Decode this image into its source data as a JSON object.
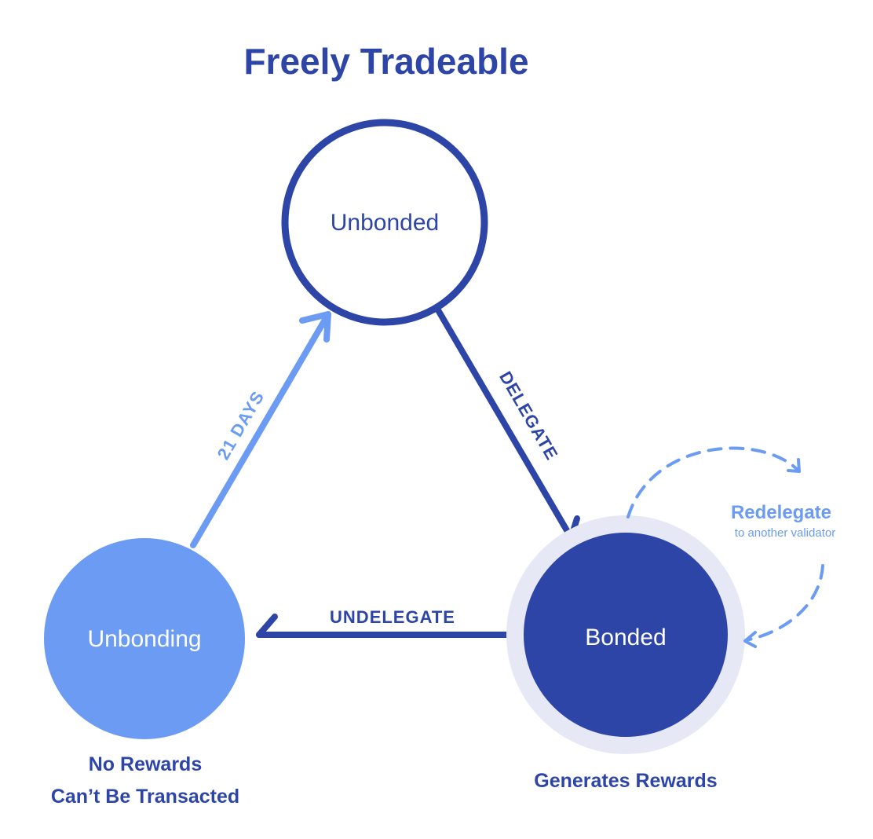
{
  "title": "Freely Tradeable",
  "colors": {
    "dark_blue": "#2e45a8",
    "light_blue": "#6b9bf2",
    "halo": "#e6e9f5",
    "white": "#ffffff"
  },
  "nodes": {
    "unbonded": {
      "label": "Unbonded"
    },
    "bonded": {
      "label": "Bonded"
    },
    "unbonding": {
      "label": "Unbonding"
    }
  },
  "edges": {
    "delegate": {
      "label": "DELEGATE"
    },
    "undelegate": {
      "label": "UNDELEGATE"
    },
    "days": {
      "label": "21 DAYS"
    }
  },
  "redelegate": {
    "title": "Redelegate",
    "subtitle": "to another validator"
  },
  "captions": {
    "unbonding_line1": "No Rewards",
    "unbonding_line2": "Can’t Be Transacted",
    "bonded": "Generates Rewards"
  }
}
